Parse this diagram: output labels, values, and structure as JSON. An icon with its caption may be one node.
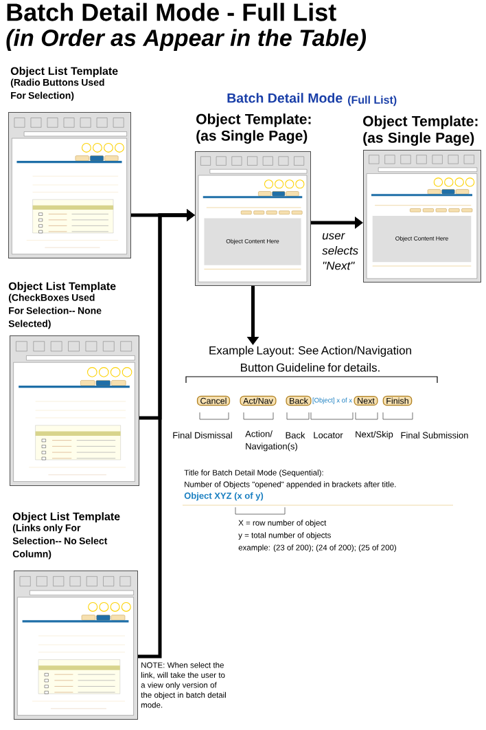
{
  "diagram": {
    "title": "Batch Detail Mode - Full List",
    "nodes": [
      {
        "text": [
          "Object List Template",
          "(Radio Buttons Used For Selection)"
        ]
      },
      {
        "text": [
          "Object List Template",
          "(CheckBoxes Used For Selection-- None Selected)"
        ]
      },
      {
        "text": [
          "Object List Template",
          "(Links only For Selection-- No Select Column)"
        ]
      },
      {
        "text": [
          "Object Template: (as Single Page)",
          "Object Content Here"
        ]
      },
      {
        "text": [
          "Object Template: (as Single Page)",
          "Object Content Here"
        ]
      },
      {
        "text": [
          "Cancel"
        ]
      },
      {
        "text": [
          "Act/Nav"
        ]
      },
      {
        "text": [
          "Back"
        ]
      },
      {
        "text": [
          "Next"
        ]
      },
      {
        "text": [
          "Finish"
        ]
      },
      {
        "text": [
          "Example Layout: See Action/Navigation Button Guideline for details."
        ]
      }
    ],
    "edges": [
      {
        "from": 0,
        "to": 3,
        "arrow": "to"
      },
      {
        "from": 1,
        "to": 3,
        "arrow": "to"
      },
      {
        "from": 2,
        "to": 3,
        "arrow": "to"
      },
      {
        "from": 3,
        "to": 4,
        "arrow": "to",
        "label": "user selects \"Next\""
      },
      {
        "from": 3,
        "to": 10,
        "arrow": "to"
      }
    ],
    "labels": [
      "(in Order as Appear in the Table)",
      "Batch Detail Mode",
      "(Full List)",
      "[Object] x of x",
      "Final Dismissal",
      "Action/ Navigation(s)",
      "Back",
      "Locator",
      "Next/Skip",
      "Final Submission",
      "Title for Batch Detail Mode (Sequential):",
      "Number of Objects \"opened\" appended in brackets after title.",
      "Object XYZ (x of y)",
      "X = row number of object",
      "y = total number of objects",
      "example: (23 of 200); (24 of 200); (25 of 200)",
      "NOTE: When select the link, will take the user to a view only version of the object in batch detail mode."
    ]
  }
}
